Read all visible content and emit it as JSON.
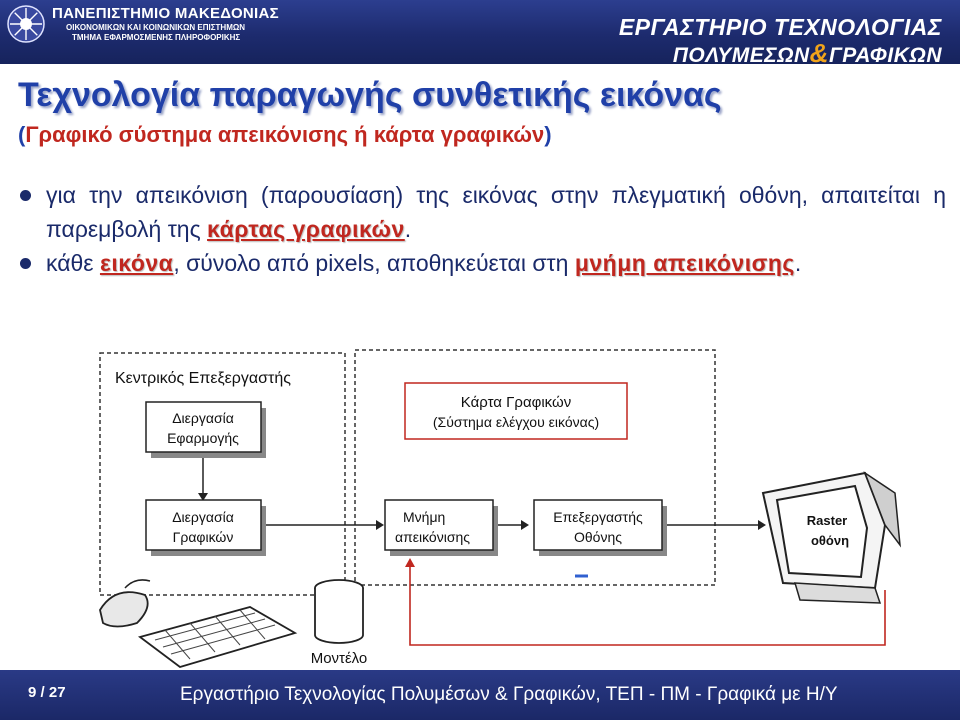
{
  "header": {
    "university_title": "ΠΑΝΕΠΙΣΤΗΜΙΟ ΜΑΚΕΔΟΝΙΑΣ",
    "university_sub1": "ΟΙΚΟΝΟΜΙΚΩΝ ΚΑΙ ΚΟΙΝΩΝΙΚΩΝ ΕΠΙΣΤΗΜΩΝ",
    "university_sub2": "ΤΜΗΜΑ ΕΦΑΡΜΟΣΜΕΝΗΣ ΠΛΗΡΟΦΟΡΙΚΗΣ",
    "lab_line1": "ΕΡΓΑΣΤΗΡΙΟ ΤΕΧΝΟΛΟΓΙΑΣ",
    "lab_line2_a": "ΠΟΛΥΜΕΣΩΝ",
    "lab_amp": "&",
    "lab_line2_b": "ΓΡΑΦΙΚΩΝ"
  },
  "slide": {
    "title": "Τεχνολογία παραγωγής συνθετικής εικόνας",
    "subtitle_open": "(",
    "subtitle_text": "Γραφικό σύστημα απεικόνισης ή κάρτα γραφικών",
    "subtitle_close": ")",
    "bullet1_text": "για την απεικόνιση (παρουσίαση) της εικόνας στην πλεγματική οθόνη, απαιτείται η παρεμβολή της ",
    "bullet1_highlight": "κάρτας γραφικών",
    "bullet1_end": ".",
    "bullet2_text_a": "κάθε ",
    "bullet2_highlight_a": "εικόνα",
    "bullet2_text_b": ", σύνολο από pixels, αποθηκεύεται στη ",
    "bullet2_highlight_b": "μνήμη απεικόνισης",
    "bullet2_end": "."
  },
  "diagram": {
    "cpu_label": "Κεντρικός Επεξεργαστής",
    "app_process_l1": "Διεργασία",
    "app_process_l2": "Εφαρμογής",
    "graphics_card_l1": "Κάρτα Γραφικών",
    "graphics_card_l2": "(Σύστημα ελέγχου εικόνας)",
    "graphics_process_l1": "Διεργασία",
    "graphics_process_l2": "Γραφικών",
    "display_memory_l1": "Μνήμη",
    "display_memory_l2": "απεικόνισης",
    "display_processor_l1": "Επεξεργαστής",
    "display_processor_l2": "Οθόνης",
    "raster_l1": "Raster",
    "raster_l2": "οθόνη",
    "model_label": "Μοντέλο"
  },
  "footer": {
    "page_current": "9",
    "page_sep": " / ",
    "page_total": "27",
    "text": "Εργαστήριο Τεχνολογίας Πολυμέσων & Γραφικών, ΤΕΠ - ΠΜ - Γραφικά με Η/Υ"
  },
  "colors": {
    "title": "#2040a8",
    "accent_red": "#c0271f",
    "header_bg": "#1d2b6e"
  }
}
